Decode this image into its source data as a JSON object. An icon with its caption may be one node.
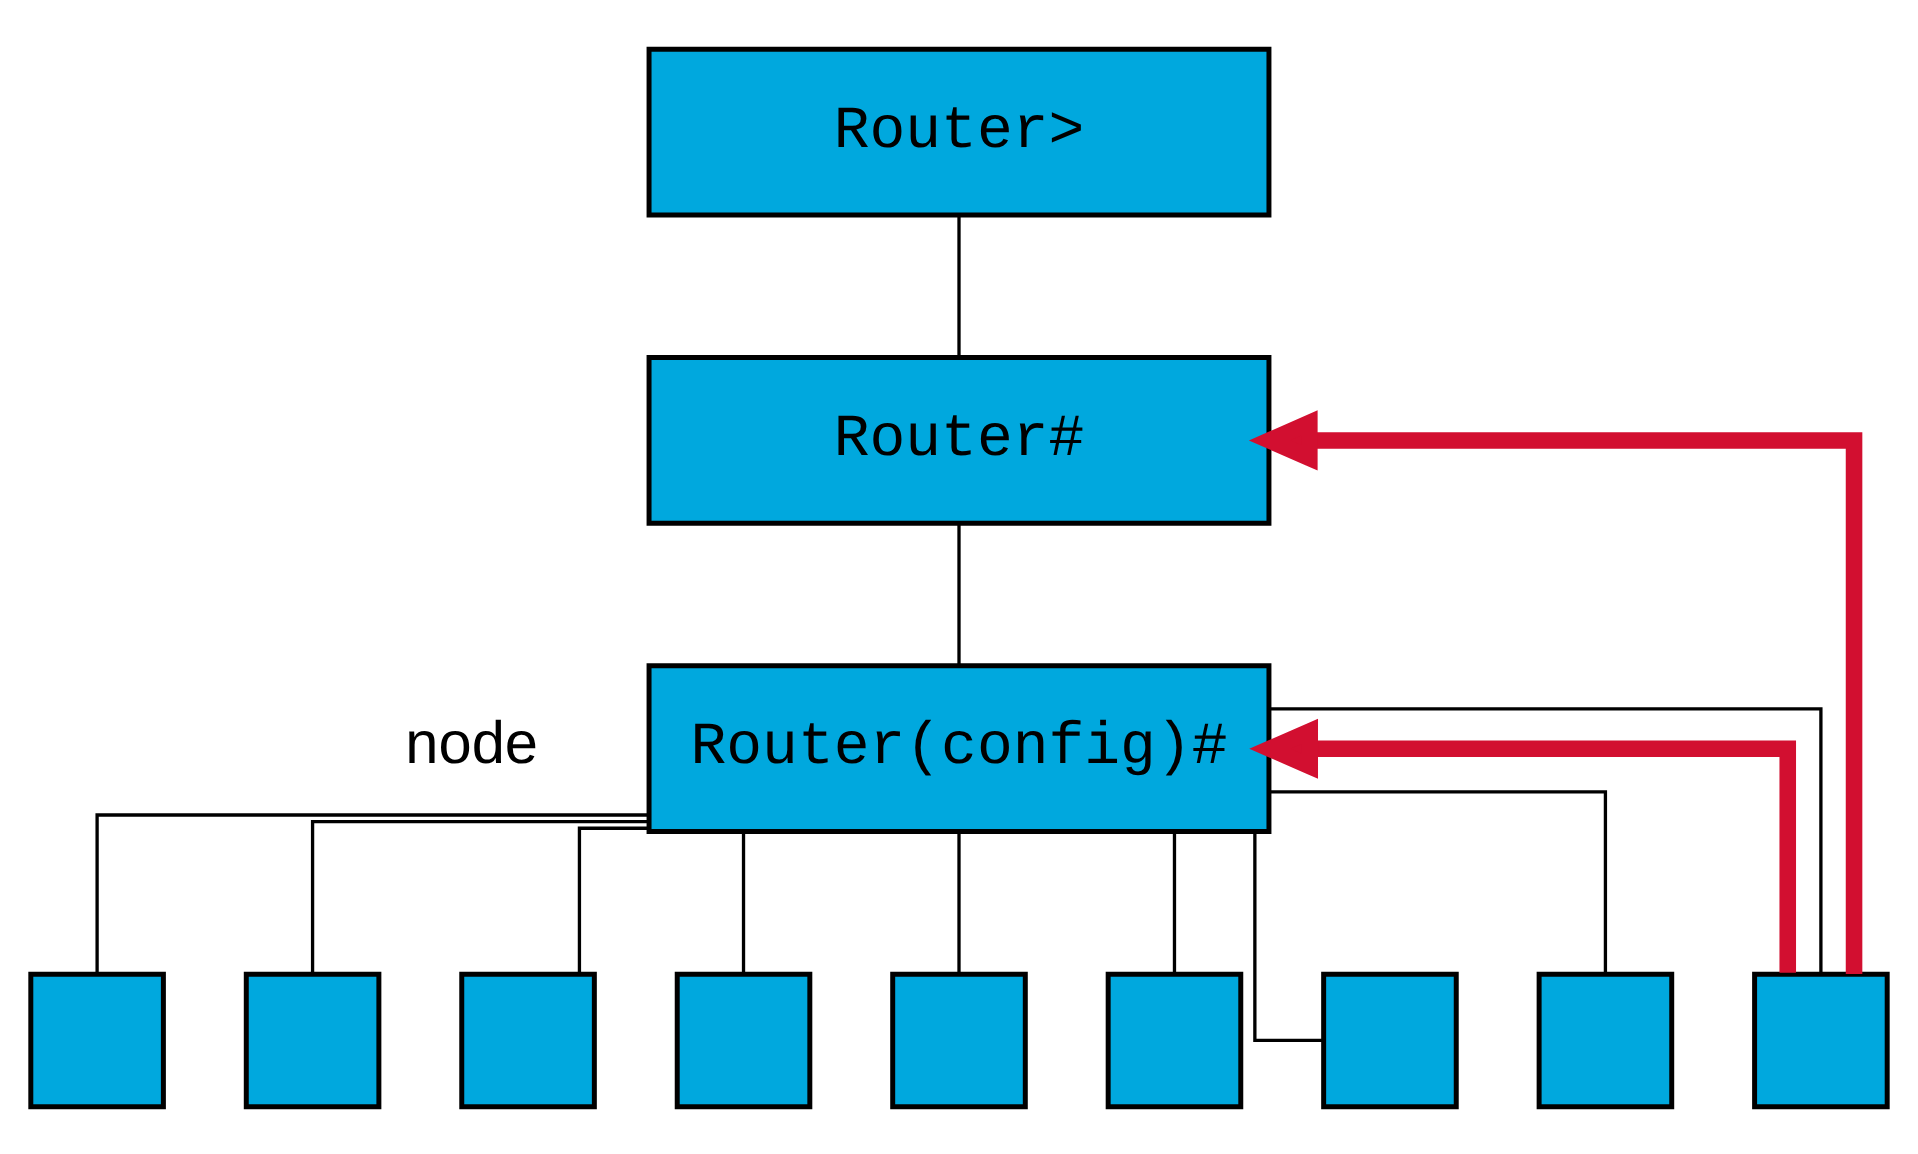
{
  "diagram": {
    "nodes": [
      {
        "text": [
          "Router>"
        ]
      },
      {
        "text": [
          "Router#"
        ]
      },
      {
        "text": [
          "Router(config)#"
        ]
      },
      {
        "text": [],
        "shape": "box"
      },
      {
        "text": [],
        "shape": "box"
      },
      {
        "text": [],
        "shape": "box"
      },
      {
        "text": [],
        "shape": "box"
      },
      {
        "text": [],
        "shape": "box"
      },
      {
        "text": [],
        "shape": "box"
      },
      {
        "text": [],
        "shape": "box"
      },
      {
        "text": [],
        "shape": "box"
      },
      {
        "text": [],
        "shape": "box"
      }
    ],
    "edges": [
      {
        "from": 0,
        "to": 1,
        "arrow": "none"
      },
      {
        "from": 1,
        "to": 2,
        "arrow": "none"
      },
      {
        "from": 2,
        "to": 3,
        "arrow": "none"
      },
      {
        "from": 2,
        "to": 4,
        "arrow": "none"
      },
      {
        "from": 2,
        "to": 5,
        "arrow": "none"
      },
      {
        "from": 2,
        "to": 6,
        "arrow": "none"
      },
      {
        "from": 2,
        "to": 7,
        "arrow": "none"
      },
      {
        "from": 2,
        "to": 8,
        "arrow": "none"
      },
      {
        "from": 2,
        "to": 9,
        "arrow": "none"
      },
      {
        "from": 2,
        "to": 10,
        "arrow": "none"
      },
      {
        "from": 2,
        "to": 11,
        "arrow": "none"
      },
      {
        "from": 11,
        "to": 1,
        "arrow": "to",
        "style": "thick",
        "color": "#d20f30"
      },
      {
        "from": 11,
        "to": 2,
        "arrow": "to",
        "style": "thick",
        "color": "#d20f30"
      }
    ],
    "labels": [
      "node"
    ]
  }
}
